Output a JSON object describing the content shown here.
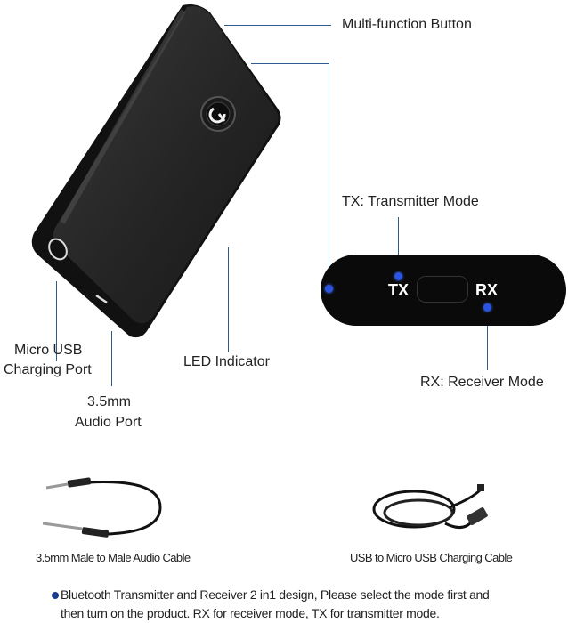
{
  "labels": {
    "multi_function_button": "Multi-function Button",
    "tx_mode": "TX: Transmitter Mode",
    "rx_mode": "RX: Receiver Mode",
    "led_indicator": "LED Indicator",
    "micro_usb_line1": "Micro USB",
    "micro_usb_line2": "Charging Port",
    "audio_port_line1": "3.5mm",
    "audio_port_line2": "Audio Port"
  },
  "switch": {
    "tx": "TX",
    "rx": "RX"
  },
  "accessories": [
    {
      "caption": "3.5mm Male to Male Audio Cable"
    },
    {
      "caption": "USB to  Micro USB Charging Cable"
    }
  ],
  "note": {
    "line1": "Bluetooth Transmitter and Receiver 2 in1 design, Please select the mode first and",
    "line2": "then turn on the product. RX for receiver mode, TX for transmitter mode."
  },
  "colors": {
    "leader_line": "#2e5a8c",
    "indicator_dot": "#2b54e0",
    "device_body": "#1a1a1a"
  }
}
